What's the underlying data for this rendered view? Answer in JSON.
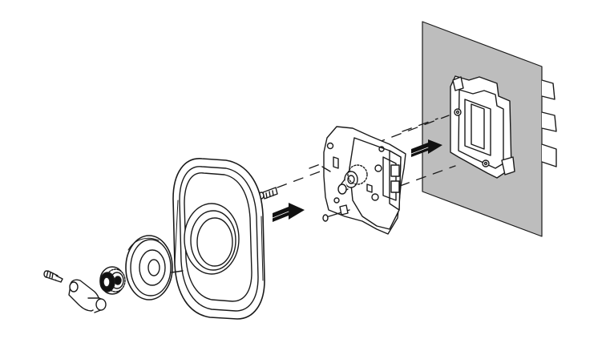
{
  "diagram": {
    "components": [
      {
        "id": "wall-plate",
        "name": "wall-plate"
      },
      {
        "id": "junction-box",
        "name": "flush-mounting-box"
      },
      {
        "id": "dimmer-insert",
        "name": "dimmer-insert"
      },
      {
        "id": "fixing-screws",
        "name": "fixing-screws"
      },
      {
        "id": "cover-frame",
        "name": "oval-cover-frame"
      },
      {
        "id": "center-disc",
        "name": "center-disc"
      },
      {
        "id": "knob",
        "name": "rotary-knob"
      },
      {
        "id": "knob-shaft",
        "name": "knob-adapter"
      },
      {
        "id": "small-screw",
        "name": "small-screw"
      }
    ],
    "arrows": [
      {
        "id": "arrow-into-box",
        "direction": "right"
      },
      {
        "id": "arrow-into-insert",
        "direction": "right"
      }
    ],
    "colors": {
      "wall": "#bdbdbd",
      "line": "#1a1a1a",
      "fill": "#ffffff",
      "arrow": "#111111"
    }
  }
}
